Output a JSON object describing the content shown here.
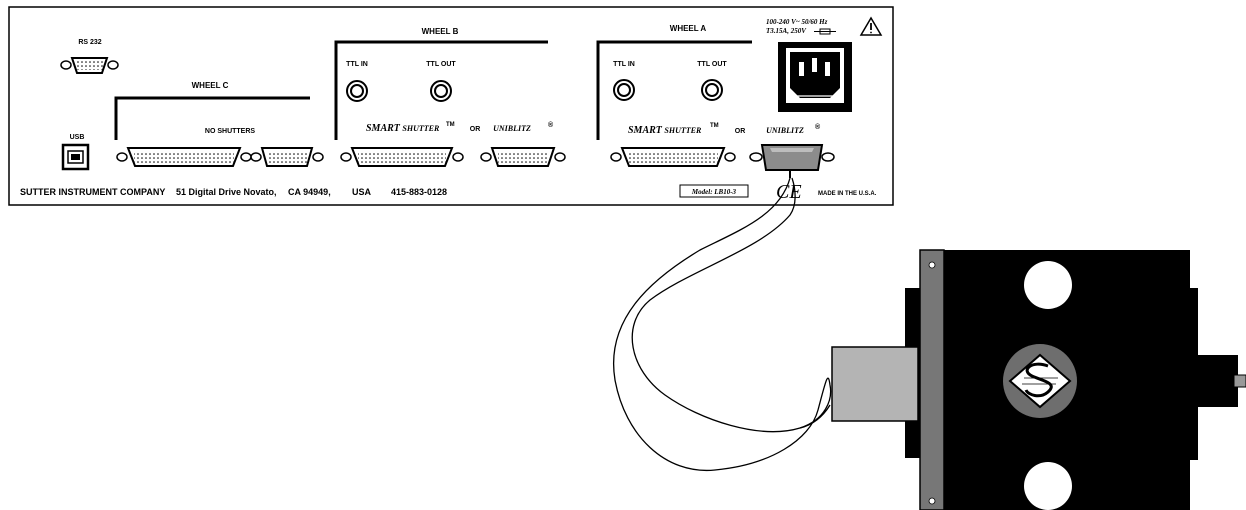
{
  "panel": {
    "rs232": "RS 232",
    "usb": "USB",
    "wheel_c": "WHEEL C",
    "wheel_b": "WHEEL B",
    "wheel_a": "WHEEL A",
    "no_shutters": "NO SHUTTERS",
    "ttl_in": "TTL IN",
    "ttl_out": "TTL OUT",
    "smart_prefix": "SMART",
    "smart_shutter": "SHUTTER",
    "tm": "TM",
    "or": "OR",
    "uniblitz": "UNIBLITZ",
    "registered": "®",
    "power_line1": "100-240 V~ 50/60 Hz",
    "power_line2": "T3.15A, 250V",
    "company": "SUTTER INSTRUMENT COMPANY",
    "address": "51 Digital Drive Novato,",
    "city": "CA  94949,",
    "country": "USA",
    "phone": "415-883-0128",
    "model": "Model: LB10-3",
    "ce": "CE",
    "made_in": "MADE IN THE U.S.A."
  },
  "icons": {
    "warning": "warning-triangle-icon",
    "fuse": "fuse-icon",
    "logo": "sutter-diamond-logo"
  },
  "colors": {
    "panel_fill": "#ffffff",
    "line": "#000000",
    "connector_gray": "#8c8c8c",
    "device_body": "#000000",
    "device_plate": "#777777",
    "nose_gray": "#b4b4b4",
    "hub_gray": "#6e6e6e"
  }
}
